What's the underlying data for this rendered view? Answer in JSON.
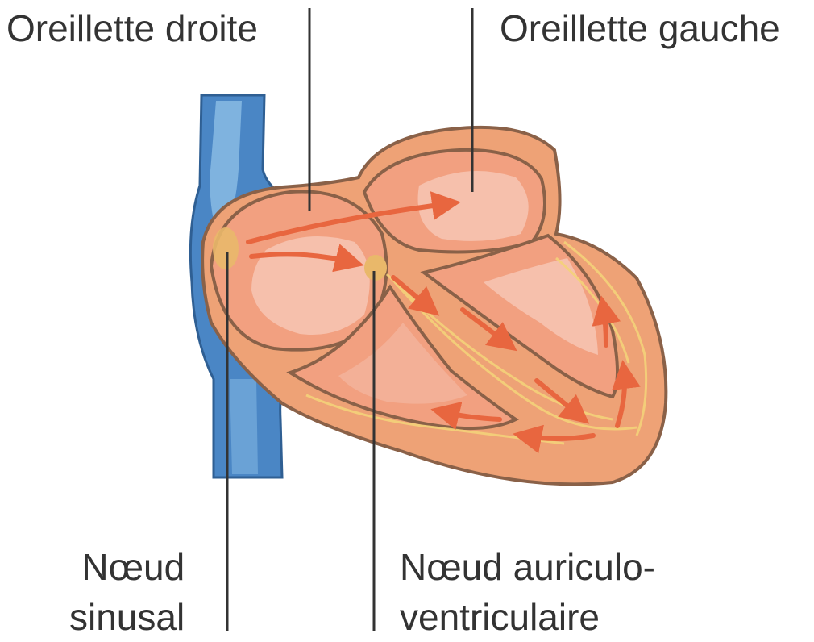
{
  "labels": {
    "right_atrium": "Oreillette droite",
    "left_atrium": "Oreillette gauche",
    "sinus_node": [
      "Nœud",
      "sinusal"
    ],
    "av_node": [
      "Nœud auriculo-",
      "ventriculaire"
    ]
  },
  "colors": {
    "vein_blue": "#4a86c5",
    "vein_light": "#7fb3df",
    "heart_outer": "#eea276",
    "heart_outline": "#8a6148",
    "chamber_fill": "#f2a080",
    "chamber_light": "#f6c0ac",
    "node": "#e9b86a",
    "conduction_arrow": "#e8663f",
    "conduction_fiber": "#f4d27a",
    "leader_line": "#333333"
  }
}
